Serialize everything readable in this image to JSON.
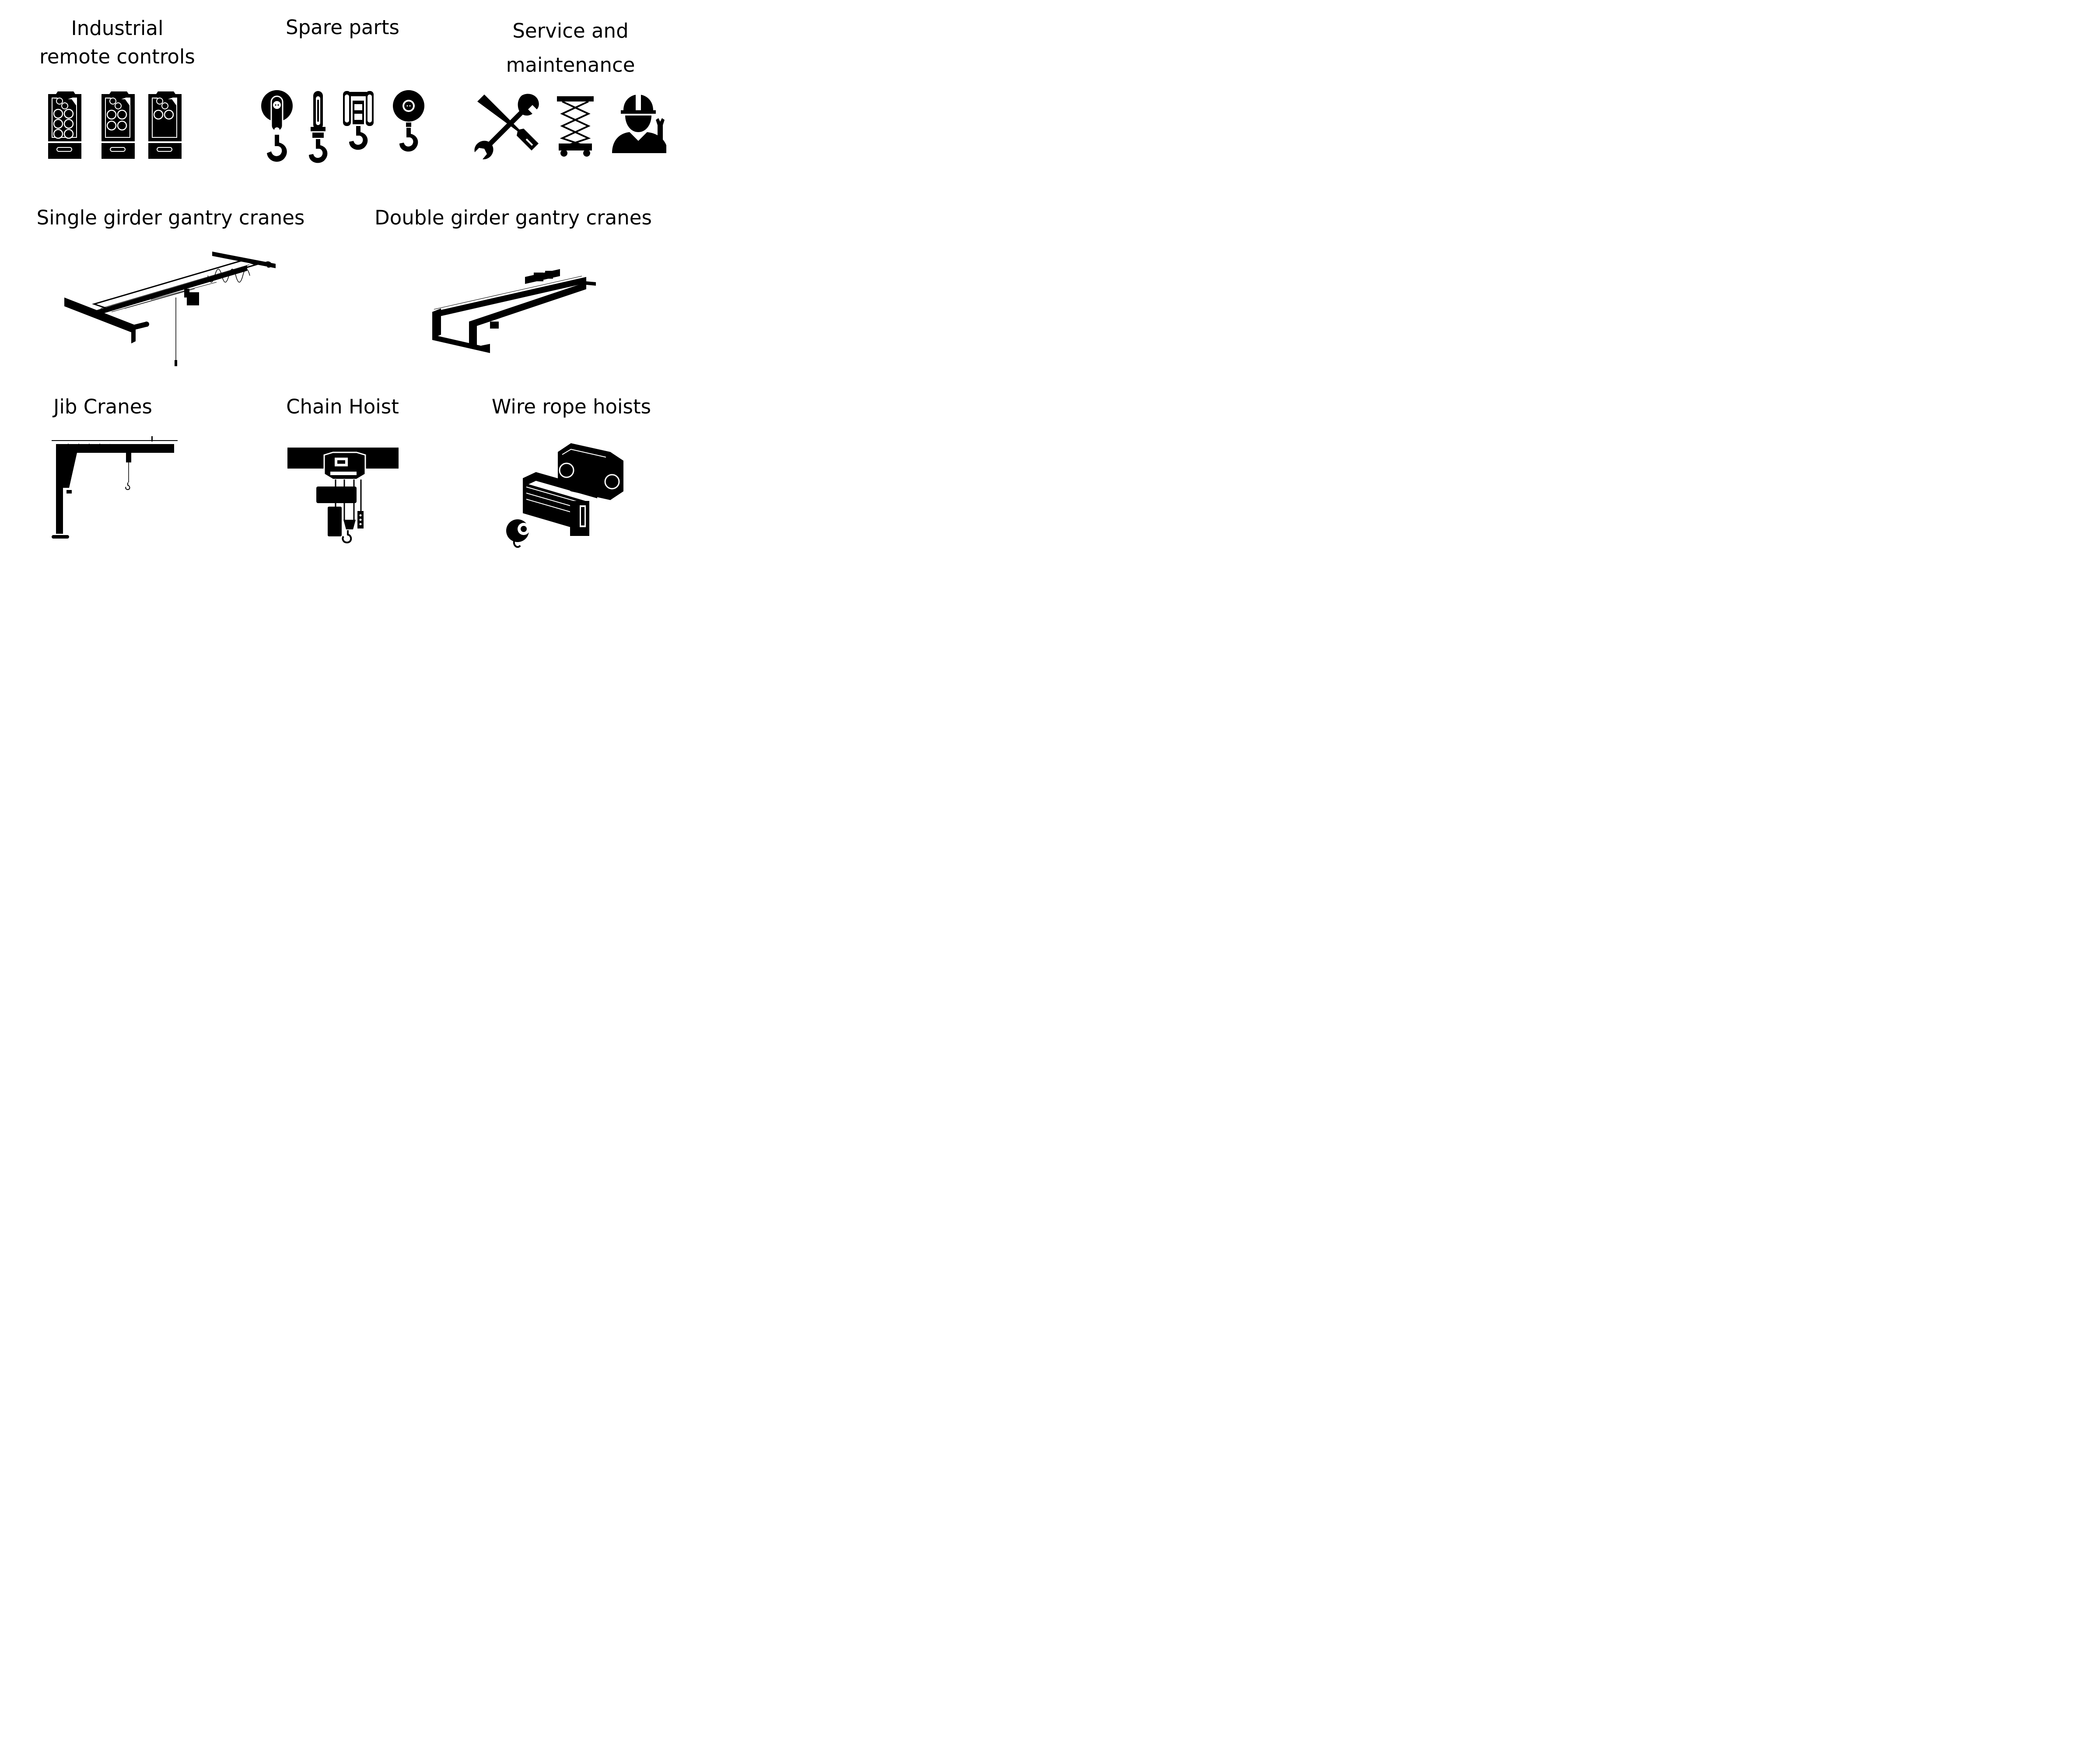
{
  "categories": {
    "remote_controls": {
      "line1": "Industrial",
      "line2": "remote controls"
    },
    "spare_parts": {
      "label": "Spare parts"
    },
    "service": {
      "line1": "Service and",
      "line2": "maintenance"
    },
    "single_girder": {
      "label": "Single girder gantry cranes"
    },
    "double_girder": {
      "label": "Double girder gantry cranes"
    },
    "jib": {
      "label": "Jib Cranes"
    },
    "chain_hoist": {
      "label": "Chain Hoist"
    },
    "wire_rope": {
      "label": "Wire rope hoists"
    }
  },
  "colors": {
    "ink": "#000000",
    "background": "#ffffff"
  },
  "icons": [
    "remote-control-icon",
    "pulley-hook-icon",
    "hook-block-icon",
    "double-sheave-hook-icon",
    "wheel-hook-icon",
    "wrench-screwdriver-icon",
    "scissor-lift-icon",
    "worker-with-wrench-icon",
    "single-girder-crane-icon",
    "double-girder-crane-icon",
    "jib-crane-icon",
    "chain-hoist-icon",
    "wire-rope-hoist-icon"
  ]
}
